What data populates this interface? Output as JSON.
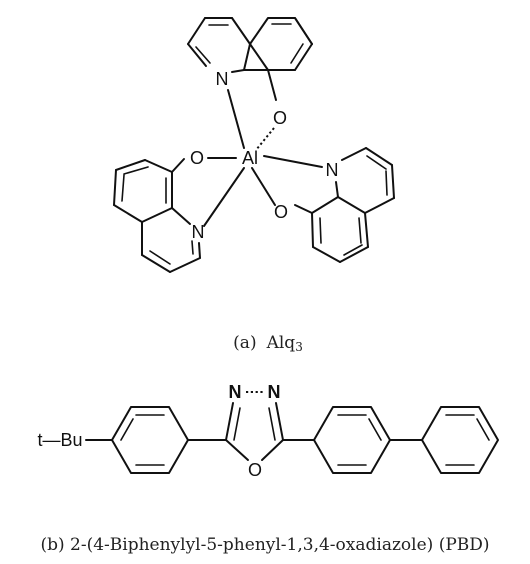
{
  "figure_a": {
    "atoms": {
      "n_top": "N",
      "o_top": "O",
      "o_left": "O",
      "al": "Al",
      "n_right": "N",
      "n_left": "N",
      "o_right": "O"
    },
    "caption_prefix": "(a)",
    "caption_main": "Alq",
    "caption_sub": "3"
  },
  "figure_b": {
    "atoms": {
      "n1": "N",
      "n2": "N",
      "o": "O",
      "substituent": "t—Bu"
    },
    "caption": "(b) 2-(4-Biphenylyl-5-phenyl-1,3,4-oxadiazole) (PBD)"
  }
}
